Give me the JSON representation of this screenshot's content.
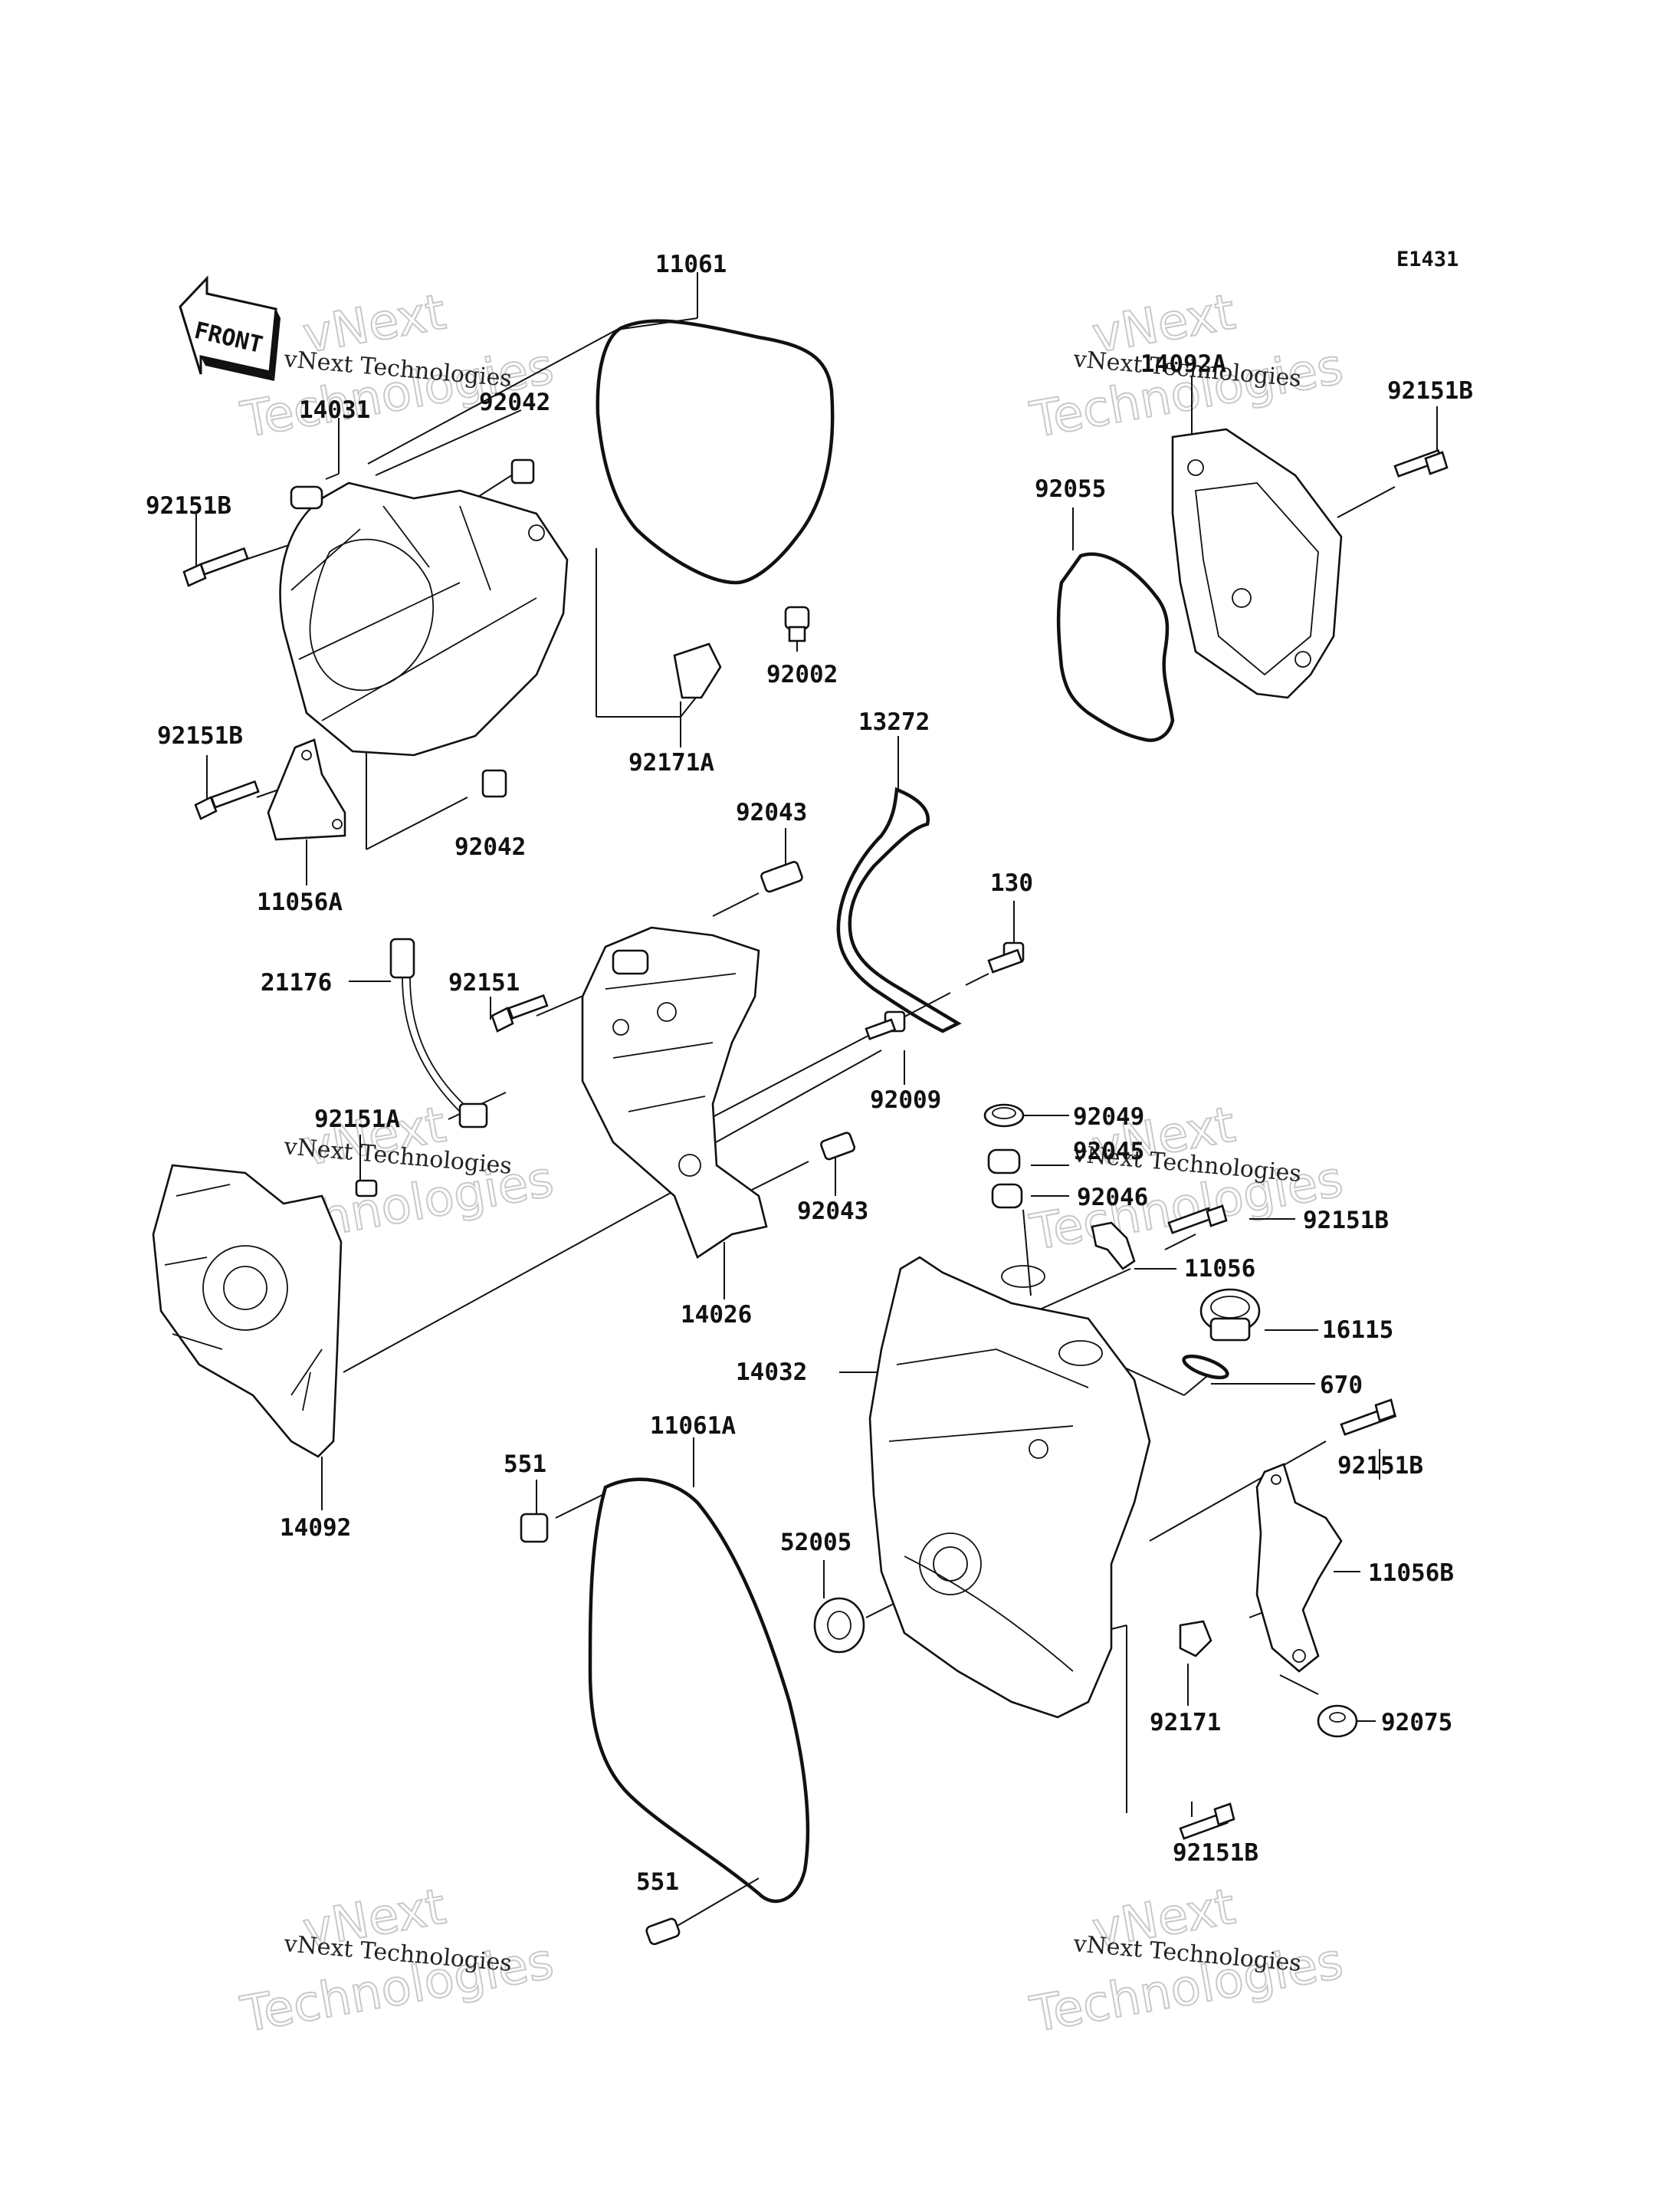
{
  "diagram_code": "E1431",
  "front_label": "FRONT",
  "watermark": {
    "company": "vNext Technologies",
    "big_word_1": "vNext",
    "big_word_2": "Technologies"
  },
  "part_numbers": {
    "p11061": "11061",
    "p14031": "14031",
    "p92042_top": "92042",
    "p92151B_left_top": "92151B",
    "p92002": "92002",
    "p92171A": "92171A",
    "p92151B_left_mid": "92151B",
    "p92042_bot": "92042",
    "p11056A": "11056A",
    "p14092A": "14092A",
    "p92151B_right_top": "92151B",
    "p92055": "92055",
    "p13272": "13272",
    "p92043_top": "92043",
    "p130": "130",
    "p21176": "21176",
    "p92151": "92151",
    "p92151A": "92151A",
    "p92009": "92009",
    "p92043_bot": "92043",
    "p14026": "14026",
    "p92049": "92049",
    "p92045": "92045",
    "p92046": "92046",
    "p92151B_right_mid": "92151B",
    "p11056": "11056",
    "p16115": "16115",
    "p14032": "14032",
    "p670": "670",
    "p14092": "14092",
    "p551_top": "551",
    "p11061A": "11061A",
    "p52005": "52005",
    "p92151B_right_low": "92151B",
    "p11056B": "11056B",
    "p92171": "92171",
    "p92075": "92075",
    "p92151B_bottom": "92151B",
    "p551_bot": "551"
  }
}
